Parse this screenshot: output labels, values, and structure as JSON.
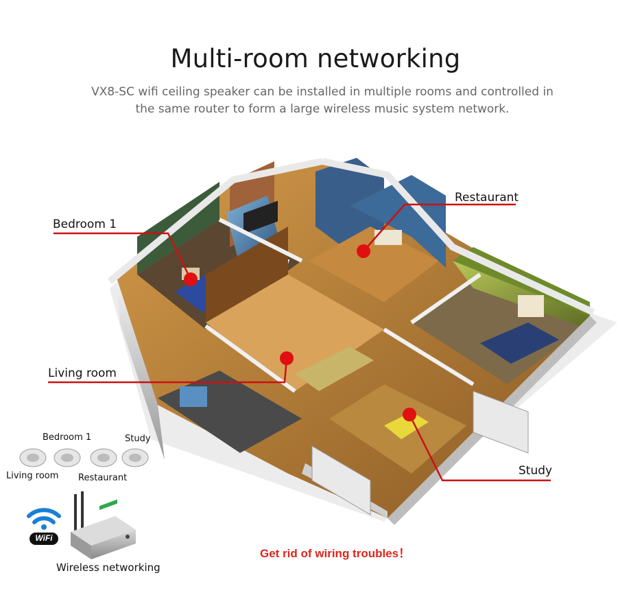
{
  "header": {
    "title": "Multi-room networking",
    "subtitle": "VX8-SC wifi ceiling speaker can be installed in multiple rooms and controlled in the same router to form a large wireless music system network."
  },
  "rooms": {
    "bedroom": "Bedroom 1",
    "restaurant": "Restaurant",
    "living_room": "Living room",
    "study": "Study"
  },
  "legend": {
    "bedroom": "Bedroom 1",
    "study": "Study",
    "living_room": "Living room",
    "restaurant": "Restaurant",
    "wifi_badge": "WiFi",
    "caption": "Wireless networking"
  },
  "slogan": "Get rid of wiring troubles！",
  "colors": {
    "accent": "#e0241b",
    "line": "#cc1111",
    "text": "#1a1a1a"
  }
}
